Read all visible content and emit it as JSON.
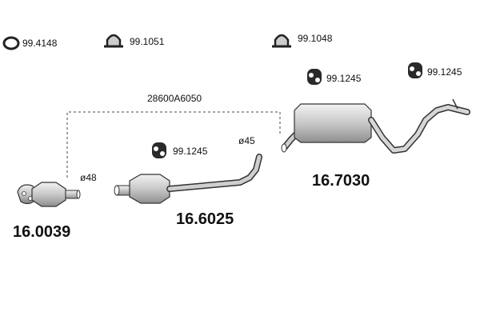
{
  "parts": {
    "ring_gasket": "99.4148",
    "clamp_a": "99.1051",
    "clamp_b": "99.1048",
    "hanger": "99.1245",
    "hanger_mid": "99.1245",
    "hanger_right": "99.1245",
    "catalytic_converter": "16.0039",
    "middle_pipe": "16.6025",
    "rear_silencer": "16.7030",
    "kit_code": "28600A6050",
    "diameter_front": "ø48",
    "diameter_middle": "ø45"
  },
  "icons": {
    "ring": "ring-gasket-icon",
    "clamp": "u-clamp-icon",
    "hanger": "rubber-hanger-icon"
  },
  "colors": {
    "metal_light": "#d9d9d9",
    "metal_mid": "#a9a9a9",
    "outline": "#333333",
    "text": "#111111"
  }
}
